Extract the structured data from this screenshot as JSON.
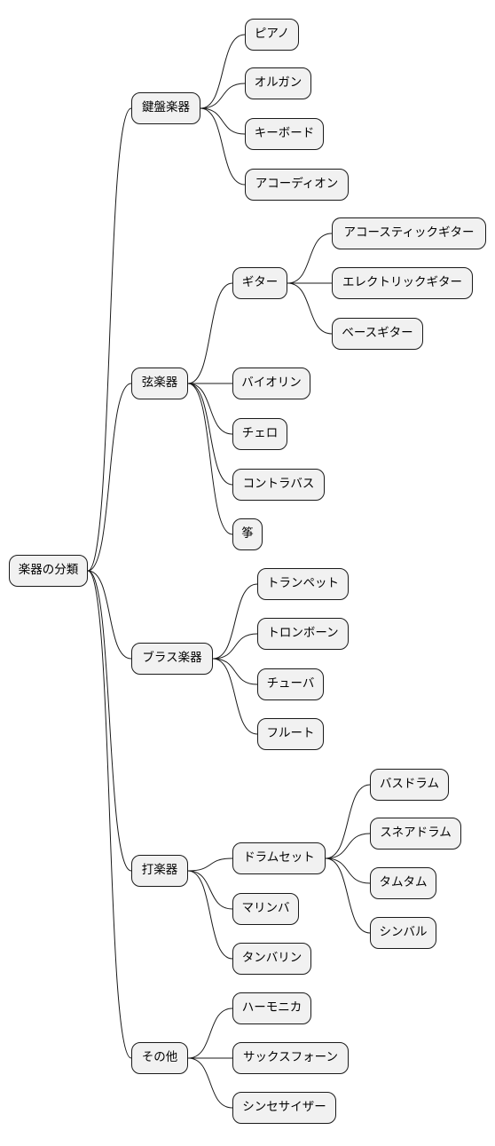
{
  "mindmap": {
    "root": {
      "id": "root",
      "label": "楽器の分類"
    },
    "nodes": [
      {
        "id": "keyboard",
        "parent": "root",
        "label": "鍵盤楽器"
      },
      {
        "id": "piano",
        "parent": "keyboard",
        "label": "ピアノ"
      },
      {
        "id": "organ",
        "parent": "keyboard",
        "label": "オルガン"
      },
      {
        "id": "keyboard2",
        "parent": "keyboard",
        "label": "キーボード"
      },
      {
        "id": "accordion",
        "parent": "keyboard",
        "label": "アコーディオン"
      },
      {
        "id": "strings",
        "parent": "root",
        "label": "弦楽器"
      },
      {
        "id": "guitar",
        "parent": "strings",
        "label": "ギター"
      },
      {
        "id": "acoustic",
        "parent": "guitar",
        "label": "アコースティックギター"
      },
      {
        "id": "electric",
        "parent": "guitar",
        "label": "エレクトリックギター"
      },
      {
        "id": "bass-guitar",
        "parent": "guitar",
        "label": "ベースギター"
      },
      {
        "id": "violin",
        "parent": "strings",
        "label": "バイオリン"
      },
      {
        "id": "cello",
        "parent": "strings",
        "label": "チェロ"
      },
      {
        "id": "contrabass",
        "parent": "strings",
        "label": "コントラバス"
      },
      {
        "id": "koto",
        "parent": "strings",
        "label": "筝"
      },
      {
        "id": "brass",
        "parent": "root",
        "label": "ブラス楽器"
      },
      {
        "id": "trumpet",
        "parent": "brass",
        "label": "トランペット"
      },
      {
        "id": "trombone",
        "parent": "brass",
        "label": "トロンボーン"
      },
      {
        "id": "tuba",
        "parent": "brass",
        "label": "チューバ"
      },
      {
        "id": "flute",
        "parent": "brass",
        "label": "フルート"
      },
      {
        "id": "percussion",
        "parent": "root",
        "label": "打楽器"
      },
      {
        "id": "drumset",
        "parent": "percussion",
        "label": "ドラムセット"
      },
      {
        "id": "bass-drum",
        "parent": "drumset",
        "label": "バスドラム"
      },
      {
        "id": "snare",
        "parent": "drumset",
        "label": "スネアドラム"
      },
      {
        "id": "tomtom",
        "parent": "drumset",
        "label": "タムタム"
      },
      {
        "id": "cymbal",
        "parent": "drumset",
        "label": "シンバル"
      },
      {
        "id": "marimba",
        "parent": "percussion",
        "label": "マリンバ"
      },
      {
        "id": "tambourine",
        "parent": "percussion",
        "label": "タンバリン"
      },
      {
        "id": "other",
        "parent": "root",
        "label": "その他"
      },
      {
        "id": "harmonica",
        "parent": "other",
        "label": "ハーモニカ"
      },
      {
        "id": "saxophone",
        "parent": "other",
        "label": "サックスフォーン"
      },
      {
        "id": "synthesizer",
        "parent": "other",
        "label": "シンセサイザー"
      }
    ]
  }
}
